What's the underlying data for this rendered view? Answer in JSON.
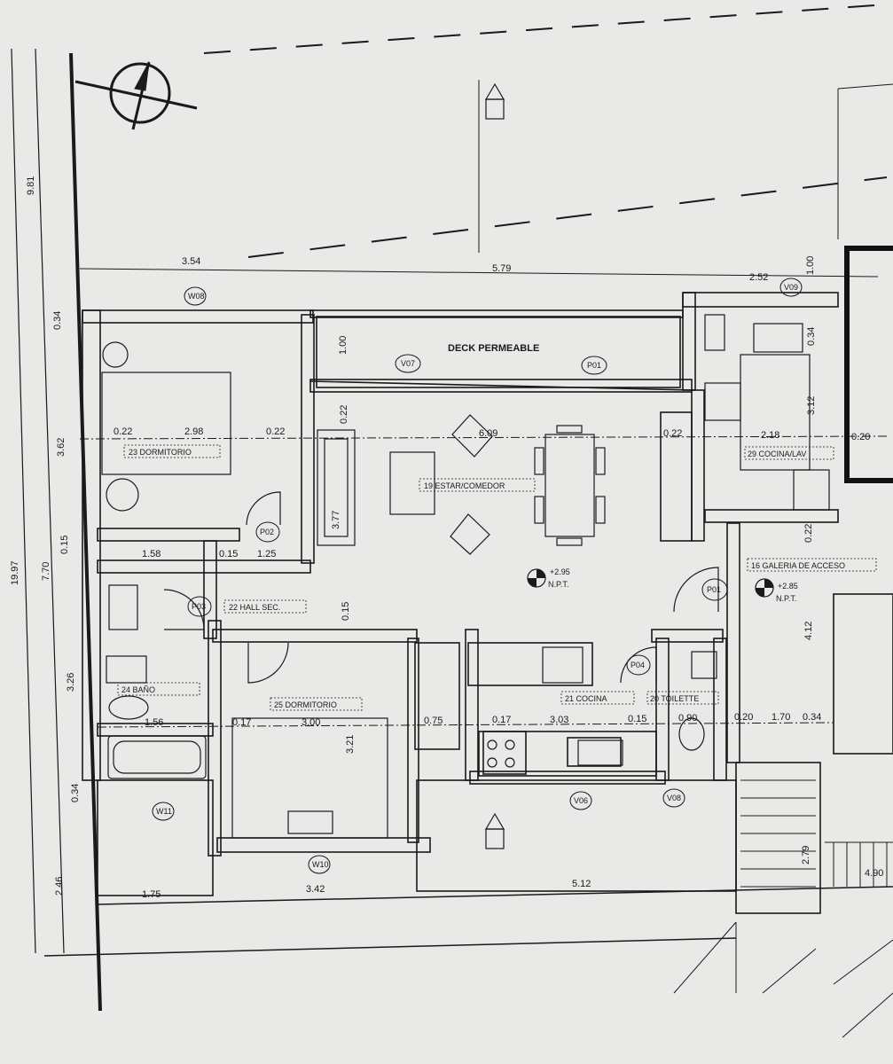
{
  "title": "",
  "rooms": {
    "deck": "DECK PERMEABLE",
    "estar": "19  ESTAR/COMEDOR",
    "dorm23": "23  DORMITORIO",
    "dorm25": "25  DORMITORIO",
    "hall": "22  HALL SEC.",
    "bano": "24  BAÑO",
    "cocina": "21  COCINA",
    "toilette": "20  TOILETTE",
    "galeria": "16  GALERIA DE ACCESO",
    "cocina_lav": "29  COCINA/LAV"
  },
  "levels": {
    "main_value": "+2.95",
    "main_label": "N.P.T.",
    "galeria_value": "+2.85",
    "galeria_label": "N.P.T."
  },
  "tags": {
    "v07": "V07",
    "p01a": "P01",
    "w08": "W08",
    "v09": "V09",
    "w10": "W10",
    "w11": "W11",
    "p01b": "P01",
    "p02": "P02",
    "p03": "P03",
    "p04": "P04",
    "v06": "V06",
    "v08": "V08"
  },
  "dims": {
    "d_3_54": "3.54",
    "d_5_79": "5.79",
    "d_2_52": "2.52",
    "d_1_00_top": "1.00",
    "d_9_81": "9.81",
    "d_19_97": "19.97",
    "d_7_70": "7.70",
    "d_2_46": "2.46",
    "d_0_34_top": "0.34",
    "d_3_62": "3.62",
    "d_0_15_left": "0.15",
    "d_3_26": "3.26",
    "d_0_34_bot": "0.34",
    "d_1_00_deck": "1.00",
    "d_0_22_a": "0.22",
    "d_2_98": "2.98",
    "d_0_22_b": "0.22",
    "d_0_22_c": "0.22",
    "d_3_77": "3.77",
    "d_6_09": "6.09",
    "d_0_22_d": "0.22",
    "d_2_18": "2.18",
    "d_0_20": "0.20",
    "d_0_34_r": "0.34",
    "d_3_12": "3.12",
    "d_0_22_r": "0.22",
    "d_4_12": "4.12",
    "d_1_58": "1.58",
    "d_0_15_a": "0.15",
    "d_1_25": "1.25",
    "d_0_15_v": "0.15",
    "d_1_56": "1.56",
    "d_0_17_a": "0.17",
    "d_3_00": "3.00",
    "d_3_21": "3.21",
    "d_0_75": "0.75",
    "d_0_17_b": "0.17",
    "d_3_03": "3.03",
    "d_0_15_b": "0.15",
    "d_0_90": "0.90",
    "d_0_20_b": "0.20",
    "d_1_70": "1.70",
    "d_0_34_b": "0.34",
    "d_1_75": "1.75",
    "d_3_42": "3.42",
    "d_5_12": "5.12",
    "d_2_79": "2.79",
    "d_4_90": "4.90"
  },
  "colors": {
    "paper": "#e9e9e7",
    "ink": "#1a1a1a"
  }
}
